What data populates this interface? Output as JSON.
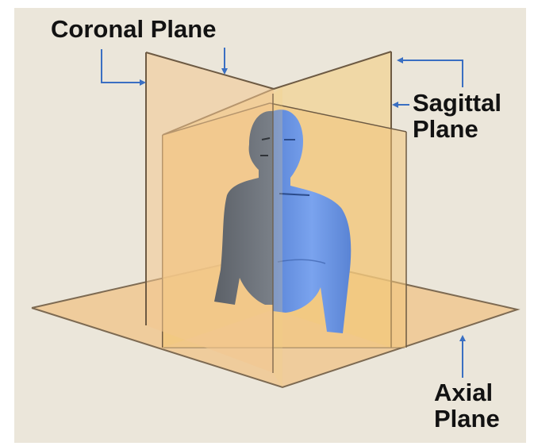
{
  "labels": {
    "coronal": "Coronal Plane",
    "sagittal": [
      "Sagittal",
      "Plane"
    ],
    "axial": [
      "Axial",
      "Plane"
    ]
  },
  "colors": {
    "background": "#ebe6da",
    "axial_plane": "#f0c48a",
    "coronal_plane": "#f2c690",
    "sagittal_plane": "#f3cf83",
    "body_light": "#6f9ae6",
    "body_shadow": "#6b7178",
    "leader_lines": "#3a6fc2"
  }
}
